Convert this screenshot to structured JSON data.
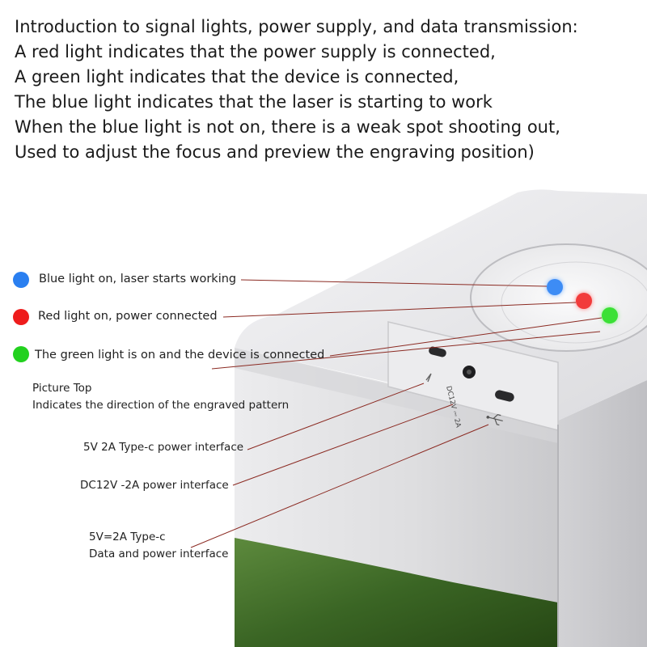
{
  "intro": {
    "lines": [
      "Introduction to signal lights, power supply, and data transmission:",
      "A red light indicates that the power supply is connected,",
      "A green light indicates that the device is connected,",
      "The blue light indicates that the laser is starting to work",
      "When the blue light is not on, there is a weak spot shooting out,",
      "Used to adjust the focus and preview the engraving position)"
    ]
  },
  "callouts": {
    "blue": {
      "label": "Blue light on, laser starts working",
      "color": "#2a7ff0"
    },
    "red": {
      "label": "Red light on, power connected",
      "color": "#ee1c1c"
    },
    "green": {
      "label": "The green light is on and the device is connected",
      "color": "#22d11e"
    },
    "picture_top": {
      "line1": "Picture Top",
      "line2": "Indicates the direction of the engraved pattern"
    },
    "usb_c_power": {
      "label": "5V 2A Type-c power interface"
    },
    "dc": {
      "label": "DC12V -2A power interface"
    },
    "usb_c_data": {
      "line1": "5V=2A Type-c",
      "line2": "Data and power interface"
    }
  },
  "device": {
    "port_label": "DC12V ⎓ 2A",
    "usb_icon": "usb-icon",
    "direction_icon": "arrow-icon",
    "colors": {
      "body": "#e7e7e9",
      "window": "#3f6b2a",
      "leader": "#8b2a22"
    }
  }
}
